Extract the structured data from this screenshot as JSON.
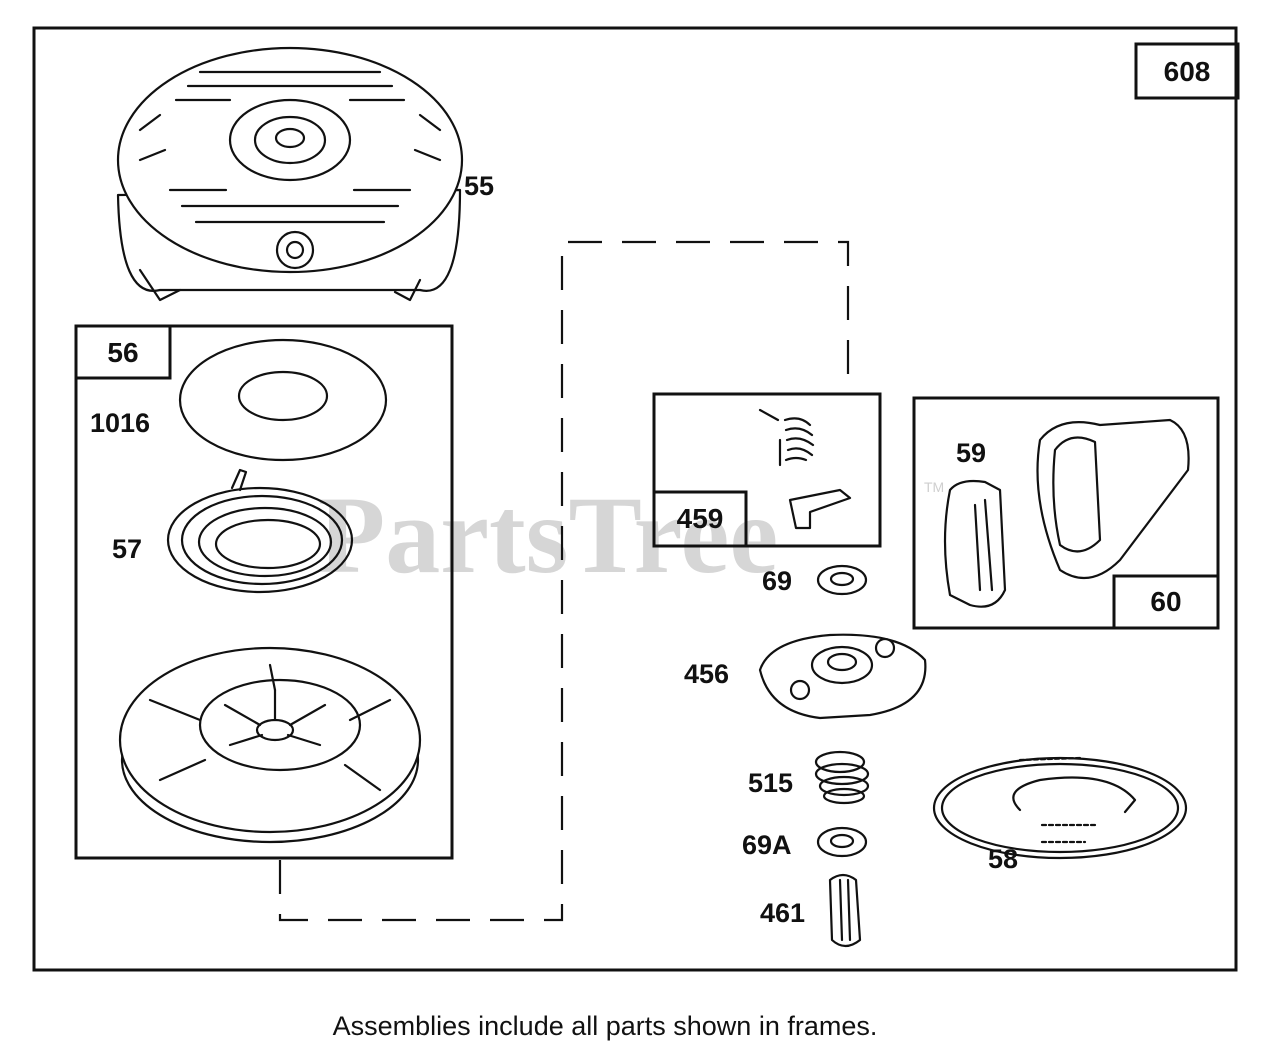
{
  "assembly_number": "608",
  "watermark": "PartsTree",
  "watermark_tm": "TM",
  "caption": "Assemblies include all parts shown in frames.",
  "frames": {
    "frame_56": "56",
    "frame_459": "459",
    "frame_60": "60"
  },
  "parts": {
    "p55": "55",
    "p1016": "1016",
    "p57": "57",
    "p459": "459",
    "p59": "59",
    "p69": "69",
    "p456": "456",
    "p515": "515",
    "p69a": "69A",
    "p461": "461",
    "p58": "58"
  }
}
